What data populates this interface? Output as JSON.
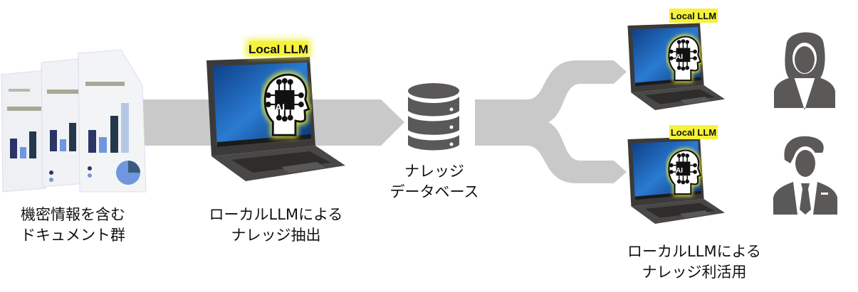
{
  "colors": {
    "flow": "#c9c9c9",
    "icon": "#5b5858",
    "glow": "#f2ee2a",
    "laptop": "#3c3a39",
    "screen": "#1d5fae"
  },
  "documents": {
    "label_line1": "機密情報を含む",
    "label_line2": "ドキュメント群",
    "icon": "documents-icon"
  },
  "extraction": {
    "badge": "Local LLM",
    "chip": "AI",
    "label_line1": "ローカルLLMによる",
    "label_line2": "ナレッジ抽出"
  },
  "database": {
    "label_line1": "ナレッジ",
    "label_line2": "データベース",
    "icon": "database-icon"
  },
  "usage": {
    "clients": [
      {
        "badge": "Local LLM",
        "chip": "AI",
        "user": "woman-user-icon"
      },
      {
        "badge": "Local LLM",
        "chip": "AI",
        "user": "man-user-icon"
      }
    ],
    "label_line1": "ローカルLLMによる",
    "label_line2": "ナレッジ利活用"
  }
}
